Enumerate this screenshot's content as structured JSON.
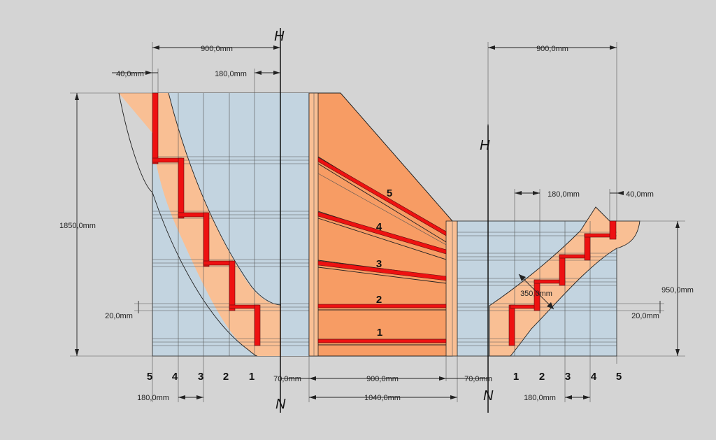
{
  "dimensions": {
    "top_left_width": "900,0mm",
    "top_right_width": "900,0mm",
    "left_offset": "40,0mm",
    "left_step": "180,0mm",
    "right_step": "180,0mm",
    "right_offset": "40,0mm",
    "left_height": "1850,0mm",
    "right_height": "950,0mm",
    "left_thickness": "20,0mm",
    "right_thickness": "20,0mm",
    "diagonal": "350,0mm",
    "bottom_gap_left": "70,0mm",
    "bottom_center": "900,0mm",
    "bottom_gap_right": "70,0mm",
    "bottom_total": "1040,0mm",
    "bottom_step_left": "180,0mm",
    "bottom_step_right": "180,0mm"
  },
  "axis_marks": {
    "top_left": "H",
    "mid_right": "H",
    "bottom_left": "N",
    "bottom_right": "N"
  },
  "step_numbers": {
    "center": [
      "5",
      "4",
      "3",
      "2",
      "1"
    ],
    "left": [
      "5",
      "4",
      "3",
      "2",
      "1"
    ],
    "right": [
      "1",
      "2",
      "3",
      "4",
      "5"
    ]
  },
  "colors": {
    "background": "#d4d4d4",
    "panel_blue": "#c3d4e0",
    "light_orange": "#f9bf94",
    "dark_orange": "#f79c64",
    "step_red": "#ee1111"
  }
}
